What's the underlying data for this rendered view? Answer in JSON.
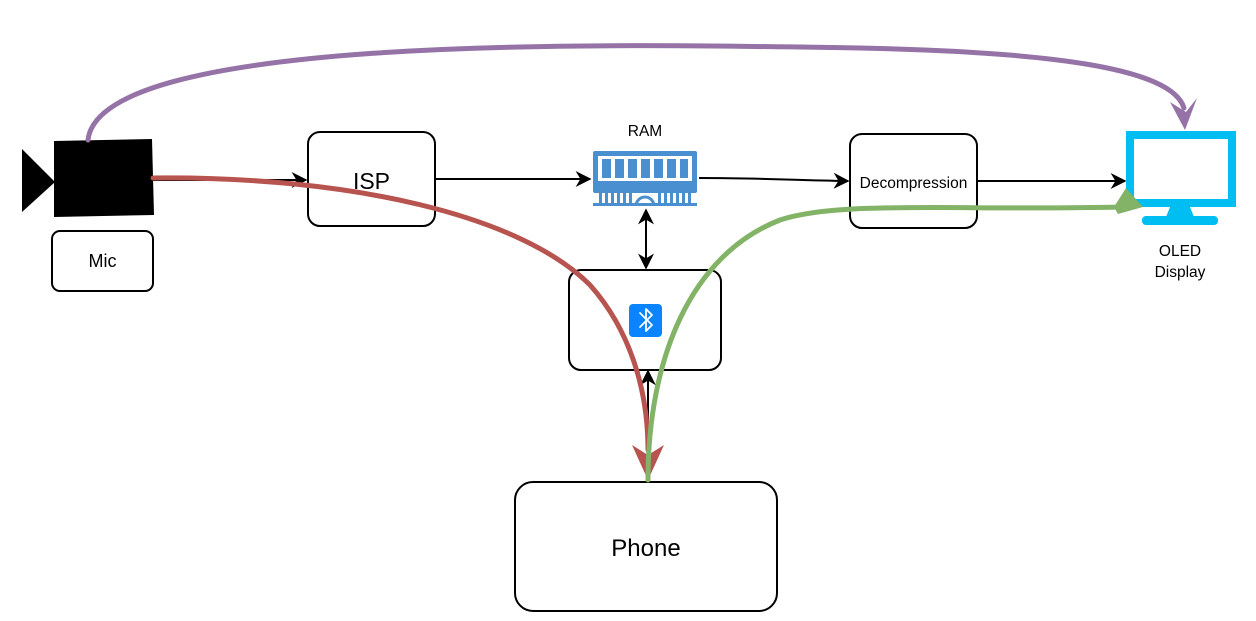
{
  "diagram": {
    "nodes": {
      "mic": {
        "label": "Mic"
      },
      "isp": {
        "label": "ISP"
      },
      "ram": {
        "label": "RAM"
      },
      "decompression": {
        "label": "Decompression"
      },
      "oled": {
        "label_line1": "OLED",
        "label_line2": "Display"
      },
      "bluetooth": {
        "label": ""
      },
      "phone": {
        "label": "Phone"
      }
    },
    "colors": {
      "purple_flow": "#9673a6",
      "red_flow": "#b85450",
      "green_flow": "#82b366",
      "display_blue": "#00bef2",
      "ram_blue": "#4a8fd0",
      "bluetooth_blue": "#0a84ff"
    },
    "icons": {
      "camera": "video-camera-icon",
      "ram": "memory-module-icon",
      "display": "monitor-icon",
      "bluetooth": "bluetooth-icon"
    }
  }
}
